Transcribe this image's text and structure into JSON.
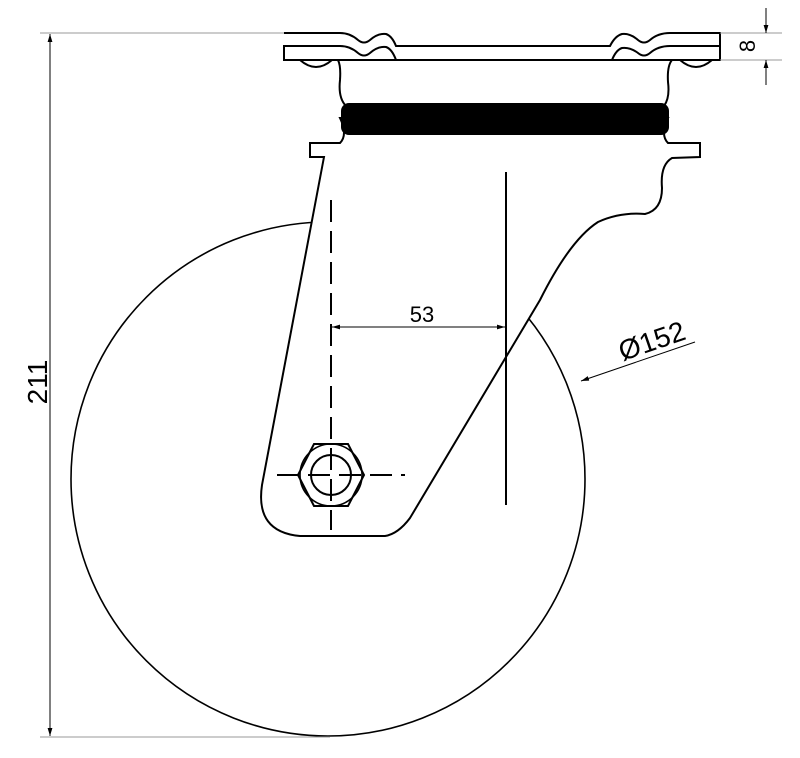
{
  "dimensions": {
    "overall_height": "211",
    "plate_thickness": "8",
    "offset": "53",
    "wheel_diameter": "Ø152"
  },
  "colors": {
    "line": "#000000",
    "background": "#ffffff"
  }
}
